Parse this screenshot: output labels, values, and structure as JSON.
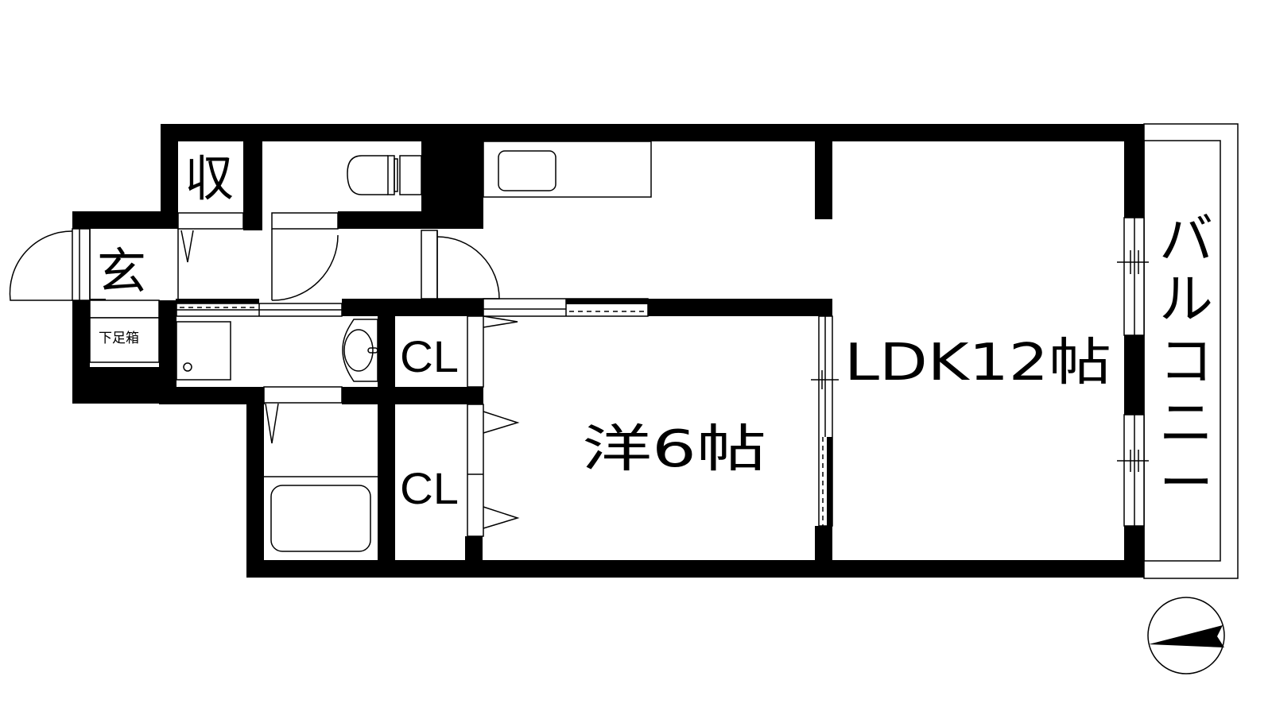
{
  "floor_plan": {
    "rooms": {
      "ldk": {
        "label": "LDK12帖"
      },
      "western": {
        "label": "洋6帖"
      },
      "closet_top": {
        "label": "CL"
      },
      "closet_bottom": {
        "label": "CL"
      },
      "storage": {
        "label": "収"
      },
      "entrance": {
        "label": "玄"
      },
      "shoe_box": {
        "label": "下足箱"
      },
      "balcony": {
        "label": "バルコニー",
        "chars": [
          "バ",
          "ル",
          "コ",
          "ニ",
          "ー"
        ]
      }
    },
    "fixtures": [
      "toilet",
      "kitchen-sink",
      "washbasin",
      "washing-machine-pan",
      "bathtub"
    ],
    "compass": {
      "label": "north-arrow"
    },
    "colors": {
      "wall": "#000000",
      "background": "#ffffff"
    }
  }
}
